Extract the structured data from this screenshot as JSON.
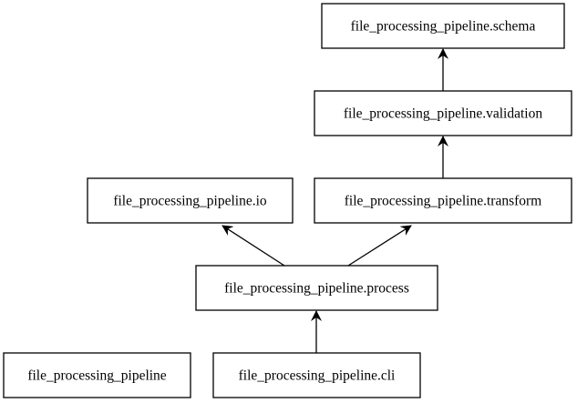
{
  "diagram": {
    "nodes": {
      "schema": "file_processing_pipeline.schema",
      "validation": "file_processing_pipeline.validation",
      "io": "file_processing_pipeline.io",
      "transform": "file_processing_pipeline.transform",
      "process": "file_processing_pipeline.process",
      "root": "file_processing_pipeline",
      "cli": "file_processing_pipeline.cli"
    },
    "edges": [
      {
        "from": "cli",
        "to": "process"
      },
      {
        "from": "process",
        "to": "io"
      },
      {
        "from": "process",
        "to": "transform"
      },
      {
        "from": "transform",
        "to": "validation"
      },
      {
        "from": "validation",
        "to": "schema"
      }
    ]
  }
}
